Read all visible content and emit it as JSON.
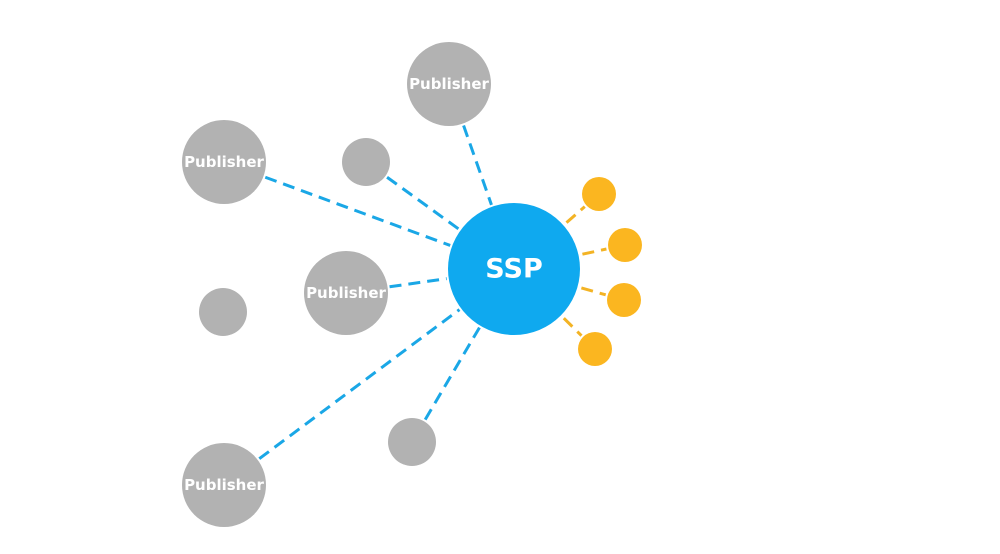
{
  "colors": {
    "hub": "#0fa9ef",
    "publisher": "#b2b2b2",
    "buyer": "#fbb620",
    "publisher_link": "#1aa7e6",
    "buyer_link": "#f3b324",
    "label": "#ffffff"
  },
  "hub": {
    "id": "ssp",
    "label": "SSP"
  },
  "nodes": [
    {
      "id": "pub-top",
      "kind": "publisher",
      "label": "Publisher"
    },
    {
      "id": "pub-left-upper",
      "kind": "publisher",
      "label": "Publisher"
    },
    {
      "id": "pub-middle",
      "kind": "publisher",
      "label": "Publisher"
    },
    {
      "id": "pub-bottom",
      "kind": "publisher",
      "label": "Publisher"
    },
    {
      "id": "small-upper",
      "kind": "publisher",
      "label": ""
    },
    {
      "id": "small-left",
      "kind": "publisher",
      "label": ""
    },
    {
      "id": "small-bottom",
      "kind": "publisher",
      "label": ""
    },
    {
      "id": "buyer-1",
      "kind": "buyer",
      "label": ""
    },
    {
      "id": "buyer-2",
      "kind": "buyer",
      "label": ""
    },
    {
      "id": "buyer-3",
      "kind": "buyer",
      "label": ""
    },
    {
      "id": "buyer-4",
      "kind": "buyer",
      "label": ""
    }
  ],
  "edges": [
    {
      "from": "pub-top",
      "to": "ssp",
      "style": "dashed",
      "kind": "publisher"
    },
    {
      "from": "pub-left-upper",
      "to": "ssp",
      "style": "dashed",
      "kind": "publisher"
    },
    {
      "from": "pub-middle",
      "to": "ssp",
      "style": "dashed",
      "kind": "publisher"
    },
    {
      "from": "pub-bottom",
      "to": "ssp",
      "style": "dashed",
      "kind": "publisher"
    },
    {
      "from": "small-upper",
      "to": "ssp",
      "style": "dashed",
      "kind": "publisher"
    },
    {
      "from": "small-bottom",
      "to": "ssp",
      "style": "dashed",
      "kind": "publisher"
    },
    {
      "from": "ssp",
      "to": "buyer-1",
      "style": "dashed",
      "kind": "buyer"
    },
    {
      "from": "ssp",
      "to": "buyer-2",
      "style": "dashed",
      "kind": "buyer"
    },
    {
      "from": "ssp",
      "to": "buyer-3",
      "style": "dashed",
      "kind": "buyer"
    },
    {
      "from": "ssp",
      "to": "buyer-4",
      "style": "dashed",
      "kind": "buyer"
    }
  ]
}
